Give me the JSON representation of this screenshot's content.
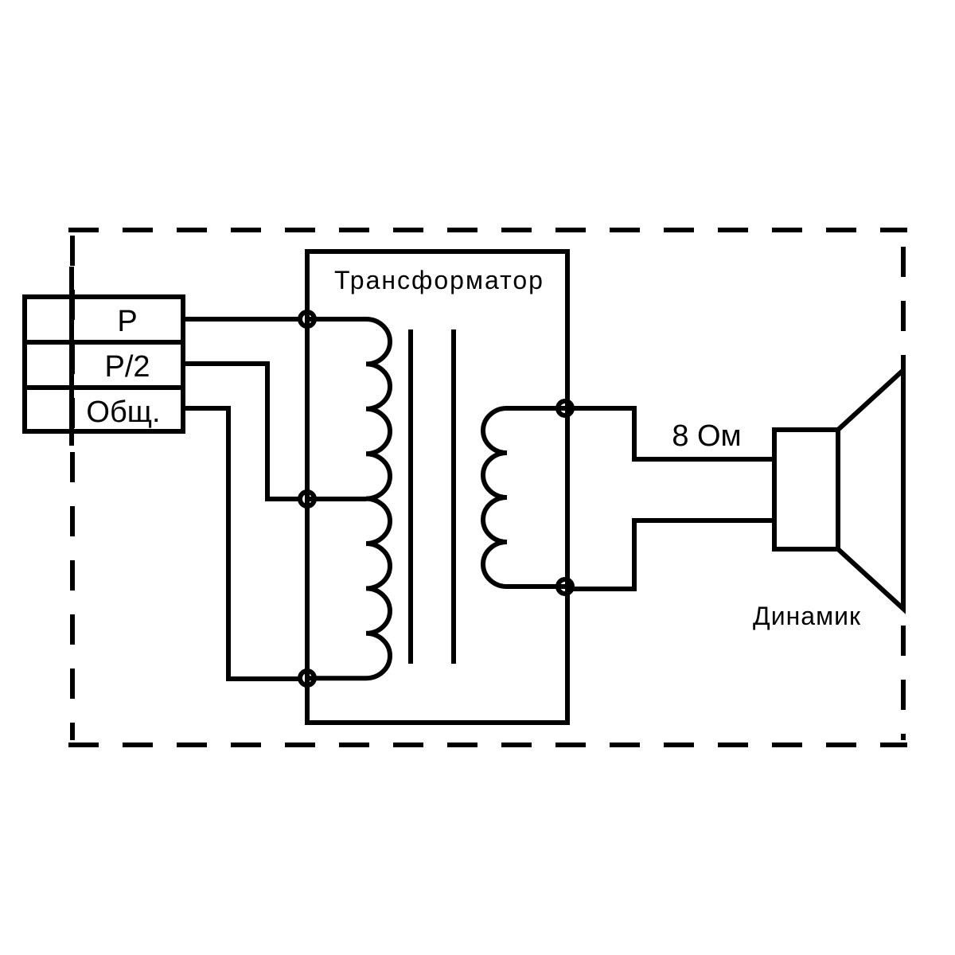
{
  "terminals": {
    "p": "P",
    "p_half": "P/2",
    "common": "Общ."
  },
  "transformer": {
    "title": "Трансформатор"
  },
  "output": {
    "impedance": "8 Ом"
  },
  "speaker": {
    "label": "Динамик"
  },
  "colors": {
    "stroke": "#000000",
    "background": "#ffffff"
  }
}
